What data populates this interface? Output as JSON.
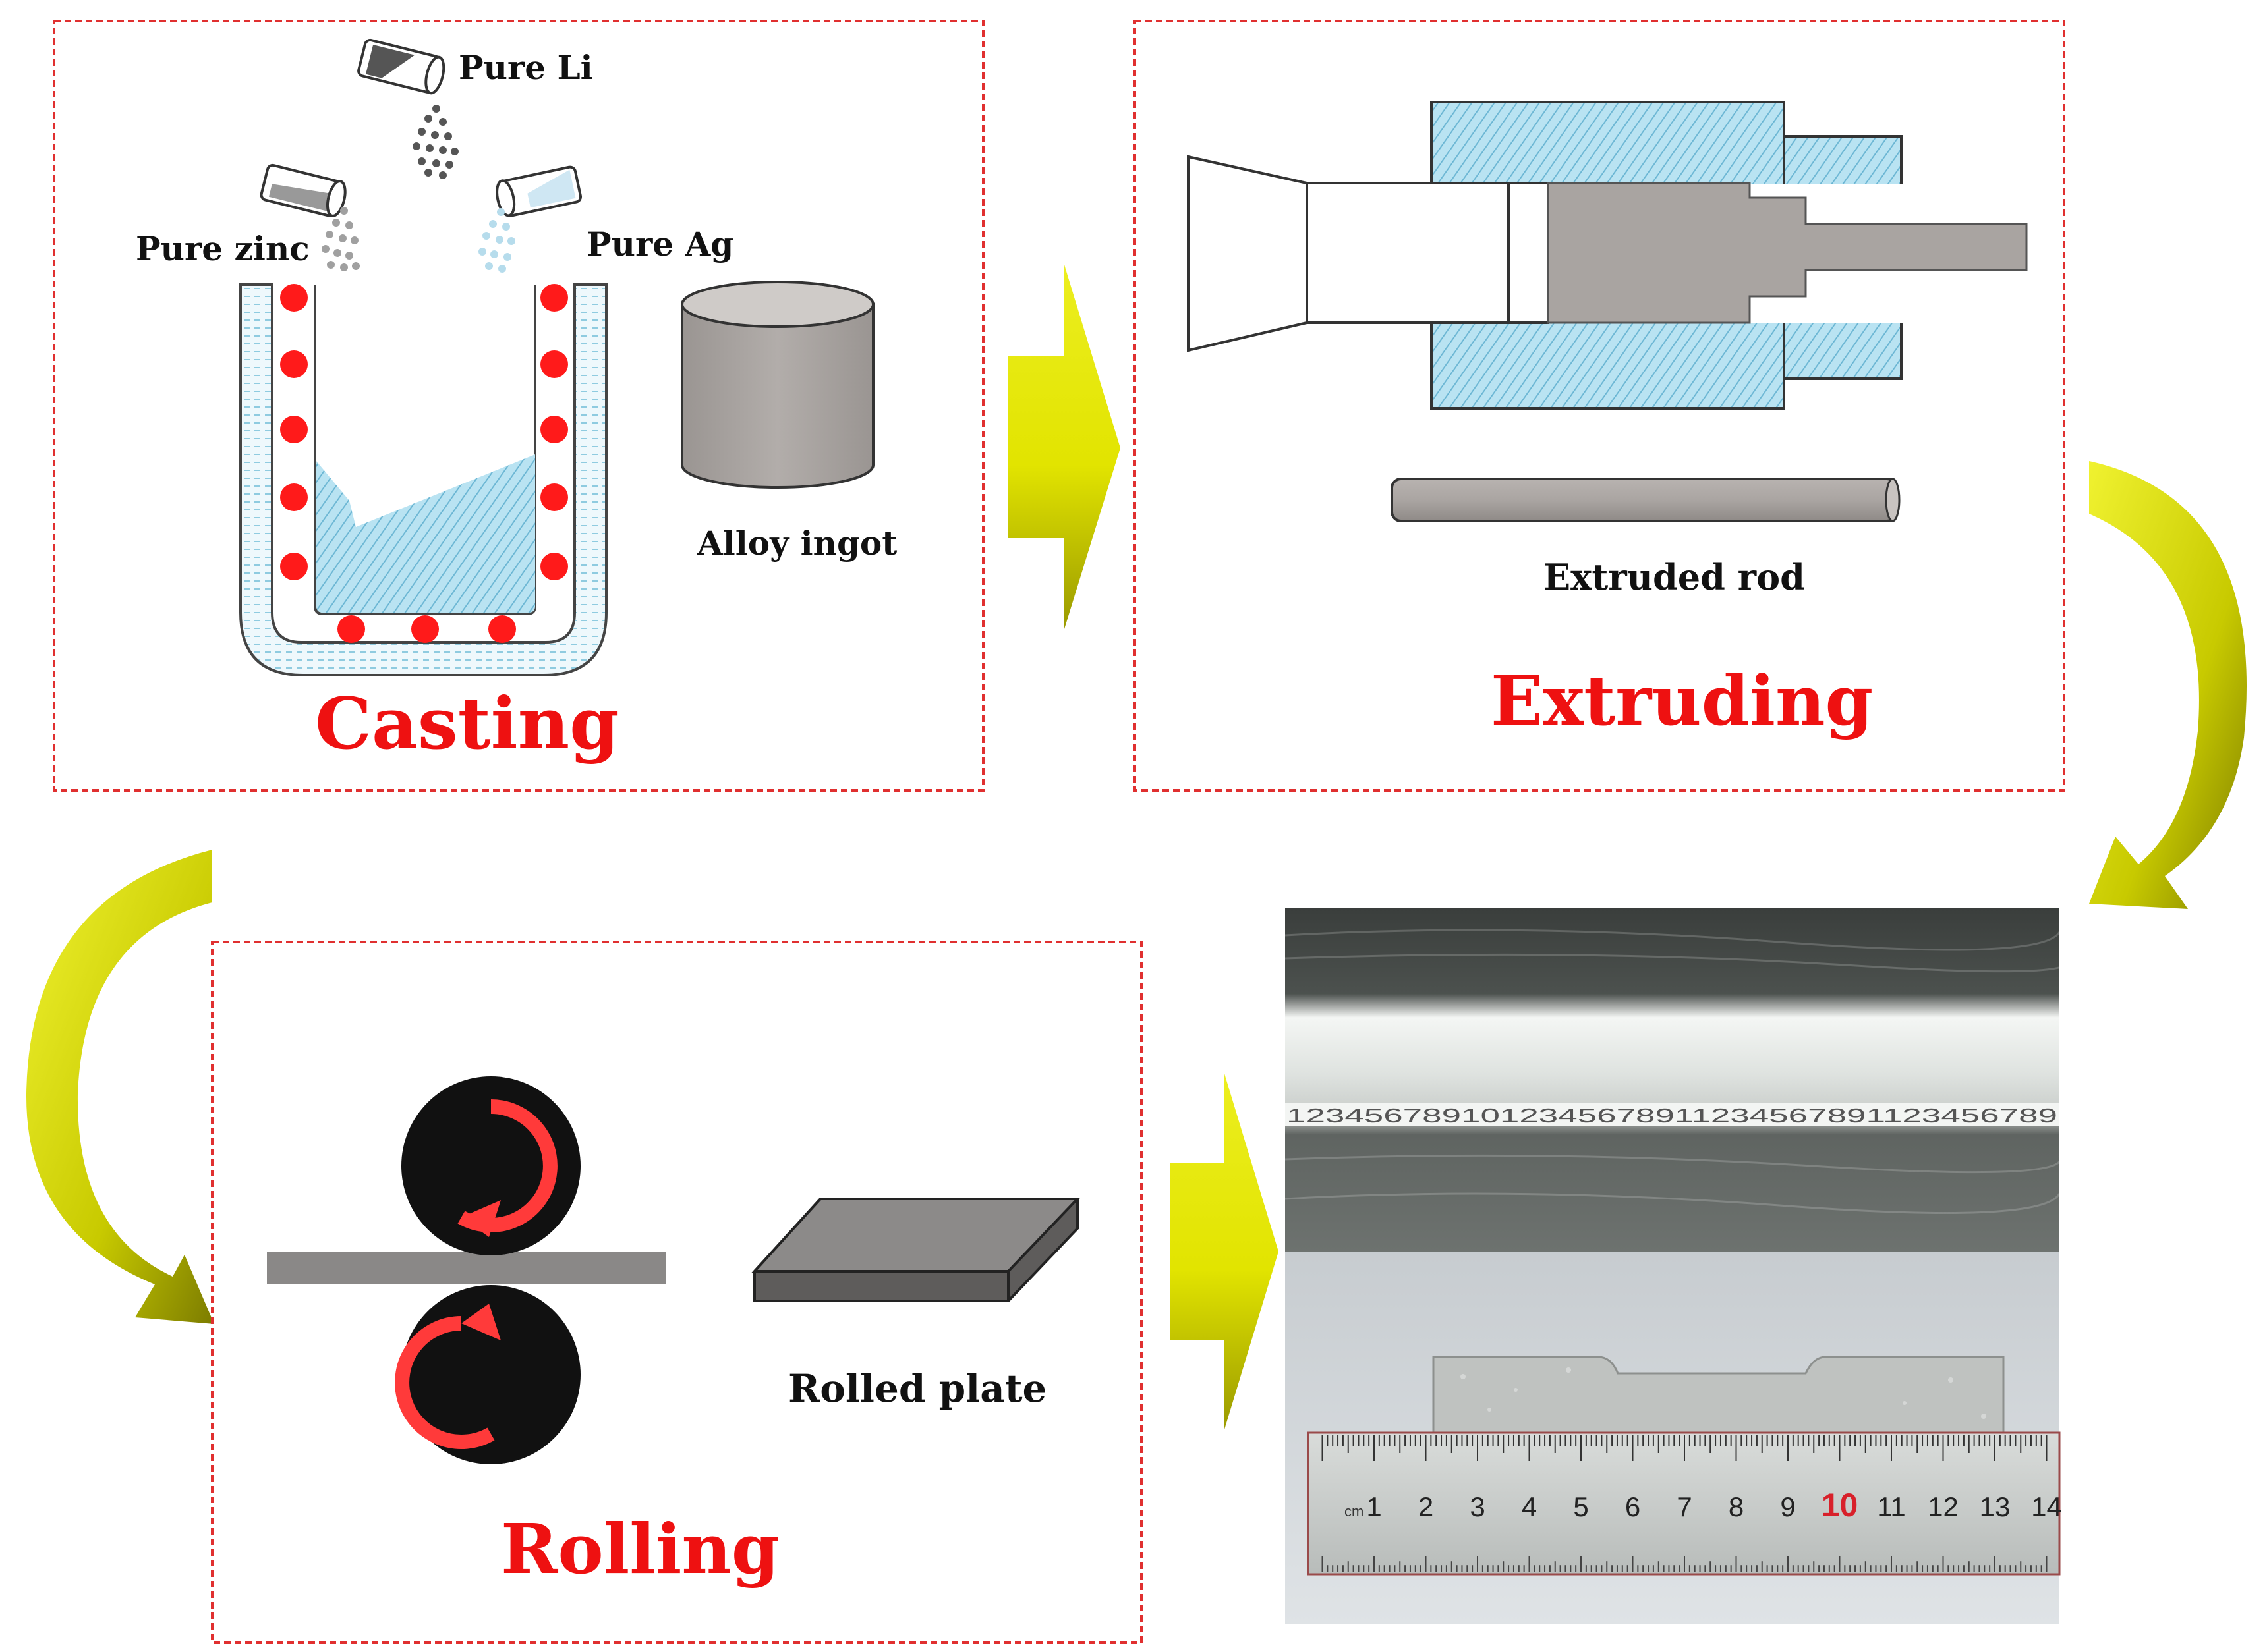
{
  "colors": {
    "panel_border": "#e03030",
    "stage_title": "#ee1111",
    "arrow_fill": "#e2e400",
    "arrow_dark": "#8a8a00",
    "heater_dot": "#ff1a1a",
    "metal_grey": "#a9a4a1",
    "die_blue": "#9fd6ea",
    "roller_black": "#111111",
    "roller_arrow": "#ff3a3a"
  },
  "casting": {
    "title": "Casting",
    "pure_li": "Pure Li",
    "pure_zinc": "Pure zinc",
    "pure_ag": "Pure Ag",
    "alloy_ingot": "Alloy ingot"
  },
  "extruding": {
    "title": "Extruding",
    "extruded_rod": "Extruded rod"
  },
  "rolling": {
    "title": "Rolling",
    "rolled_plate": "Rolled plate"
  },
  "photo": {
    "scale_top": "1234567891012345678911234567891123456789",
    "ruler_unit": "cm",
    "ruler_numbers": [
      "1",
      "2",
      "3",
      "4",
      "5",
      "6",
      "7",
      "8",
      "9",
      "10",
      "11",
      "12",
      "13",
      "14"
    ],
    "highlight_number": "10"
  }
}
